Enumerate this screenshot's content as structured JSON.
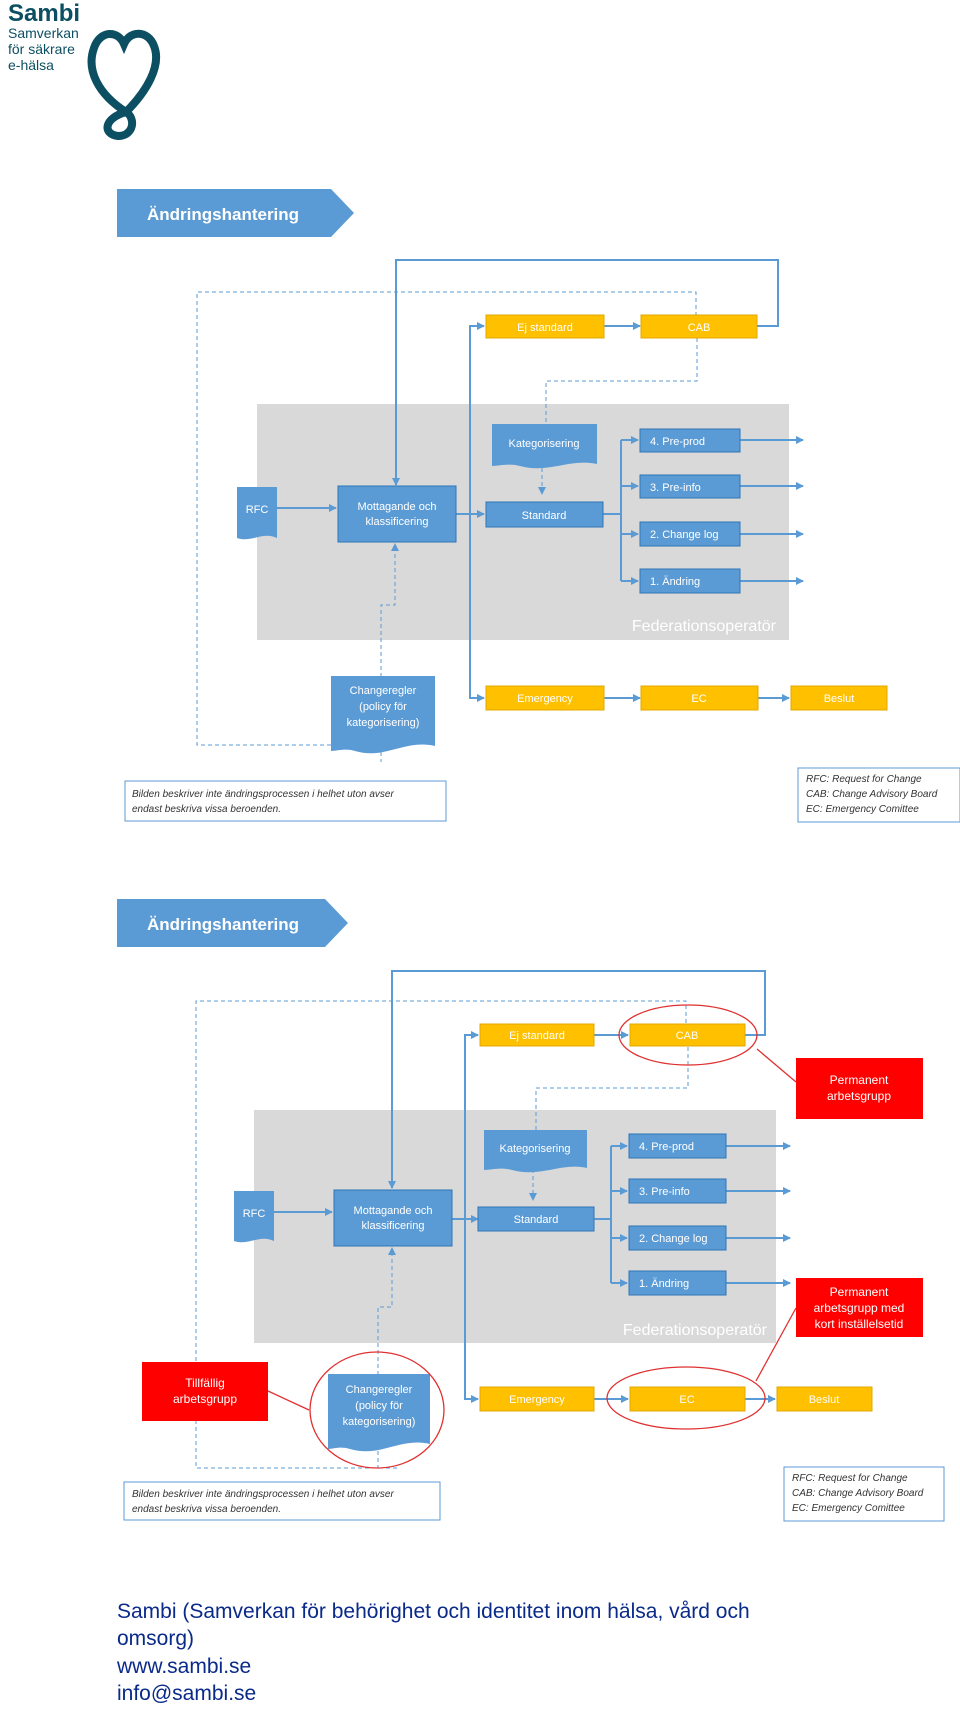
{
  "logo": {
    "name": "Sambi",
    "line1": "Samverkan",
    "line2": "för säkrare",
    "line3": "e-hälsa"
  },
  "diagrams": [
    {
      "header": "Ändringshantering",
      "labels": {
        "ej_standard": "Ej standard",
        "cab": "CAB",
        "kategorisering": "Kategorisering",
        "pre_prod": "4. Pre-prod",
        "pre_info": "3. Pre-info",
        "change_log": "2. Change log",
        "andring": "1. Ändring",
        "rfc": "RFC",
        "mottagande_1": "Mottagande och",
        "mottagande_2": "klassificering",
        "standard": "Standard",
        "federation": "Federationsoperatör",
        "changeregler_1": "Changeregler",
        "changeregler_2": "(policy för",
        "changeregler_3": "kategorisering)",
        "emergency": "Emergency",
        "ec": "EC",
        "beslut": "Beslut",
        "note_1": "Bilden beskriver inte ändringsprocessen i helhet uton avser",
        "note_2": "endast beskriva vissa beroenden.",
        "legend_1": "RFC: Request for Change",
        "legend_2": "CAB: Change Advisory Board",
        "legend_3": "EC: Emergency Comittee"
      }
    },
    {
      "header": "Ändringshantering",
      "labels": {
        "ej_standard": "Ej standard",
        "cab": "CAB",
        "kategorisering": "Kategorisering",
        "pre_prod": "4. Pre-prod",
        "pre_info": "3. Pre-info",
        "change_log": "2. Change log",
        "andring": "1. Ändring",
        "rfc": "RFC",
        "mottagande_1": "Mottagande och",
        "mottagande_2": "klassificering",
        "standard": "Standard",
        "federation": "Federationsoperatör",
        "changeregler_1": "Changeregler",
        "changeregler_2": "(policy för",
        "changeregler_3": "kategorisering)",
        "emergency": "Emergency",
        "ec": "EC",
        "beslut": "Beslut",
        "note_1": "Bilden beskriver inte ändringsprocessen i helhet uton avser",
        "note_2": "endast beskriva vissa beroenden.",
        "legend_1": "RFC: Request for Change",
        "legend_2": "CAB: Change Advisory Board",
        "legend_3": "EC: Emergency Comittee"
      },
      "annotations": {
        "permanent_1a": "Permanent",
        "permanent_1b": "arbetsgrupp",
        "permanent_2a": "Permanent",
        "permanent_2b": "arbetsgrupp med",
        "permanent_2c": "kort inställelsetid",
        "tillfallig_a": "Tillfällig",
        "tillfallig_b": "arbetsgrupp"
      }
    }
  ],
  "footer": {
    "line1": "Sambi (Samverkan för behörighet och identitet inom hälsa, vård och",
    "line2": "omsorg)",
    "line3": "www.sambi.se",
    "line4": "info@sambi.se"
  },
  "colors": {
    "blue": "#5b9bd5",
    "yellow": "#ffc000",
    "red": "#ff0000",
    "grey": "#d9d9d9",
    "logo": "#0d4f62"
  }
}
